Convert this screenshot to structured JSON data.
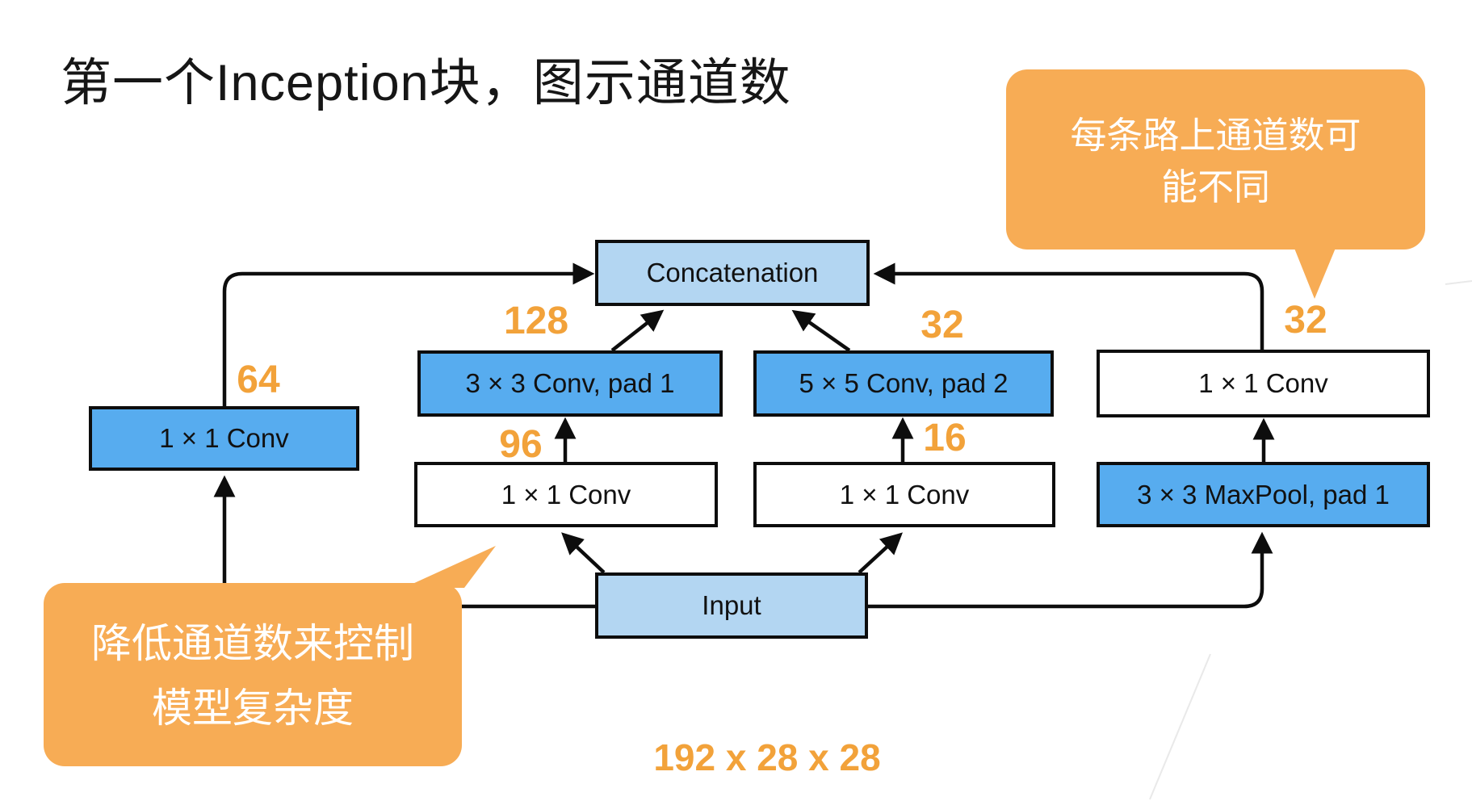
{
  "slide": {
    "title": "第一个Inception块，图示通道数",
    "input_shape": "192 x 28 x 28"
  },
  "callouts": {
    "top_right": {
      "lines": [
        "每条路上通道数可",
        "能不同"
      ],
      "text": "每条路上通道数可能不同"
    },
    "bottom_left": {
      "lines": [
        "降低通道数来控制",
        "模型复杂度"
      ],
      "text": "降低通道数来控制模型复杂度"
    }
  },
  "nodes": {
    "concatenation": {
      "label": "Concatenation"
    },
    "conv1_left": {
      "label": "1 × 1 Conv"
    },
    "conv3": {
      "label": "3 × 3 Conv, pad 1"
    },
    "conv5": {
      "label": "5 × 5 Conv, pad 2"
    },
    "conv1_right": {
      "label": "1 × 1 Conv"
    },
    "conv1_mid_left": {
      "label": "1 × 1 Conv"
    },
    "conv1_mid_right": {
      "label": "1 × 1 Conv"
    },
    "maxpool": {
      "label": "3 × 3 MaxPool, pad 1"
    },
    "input": {
      "label": "Input"
    }
  },
  "channel_labels": {
    "path1_out": "64",
    "path2_out": "128",
    "path2_in": "96",
    "path3_out": "32",
    "path3_in": "16",
    "path4_out": "32"
  },
  "colors": {
    "box_blue": "#57ACEF",
    "box_light_blue": "#B3D6F2",
    "box_white": "#FFFFFF",
    "outline_black": "#0D0D0D",
    "callout_orange": "#F7AC55",
    "number_orange": "#F2A23A"
  }
}
